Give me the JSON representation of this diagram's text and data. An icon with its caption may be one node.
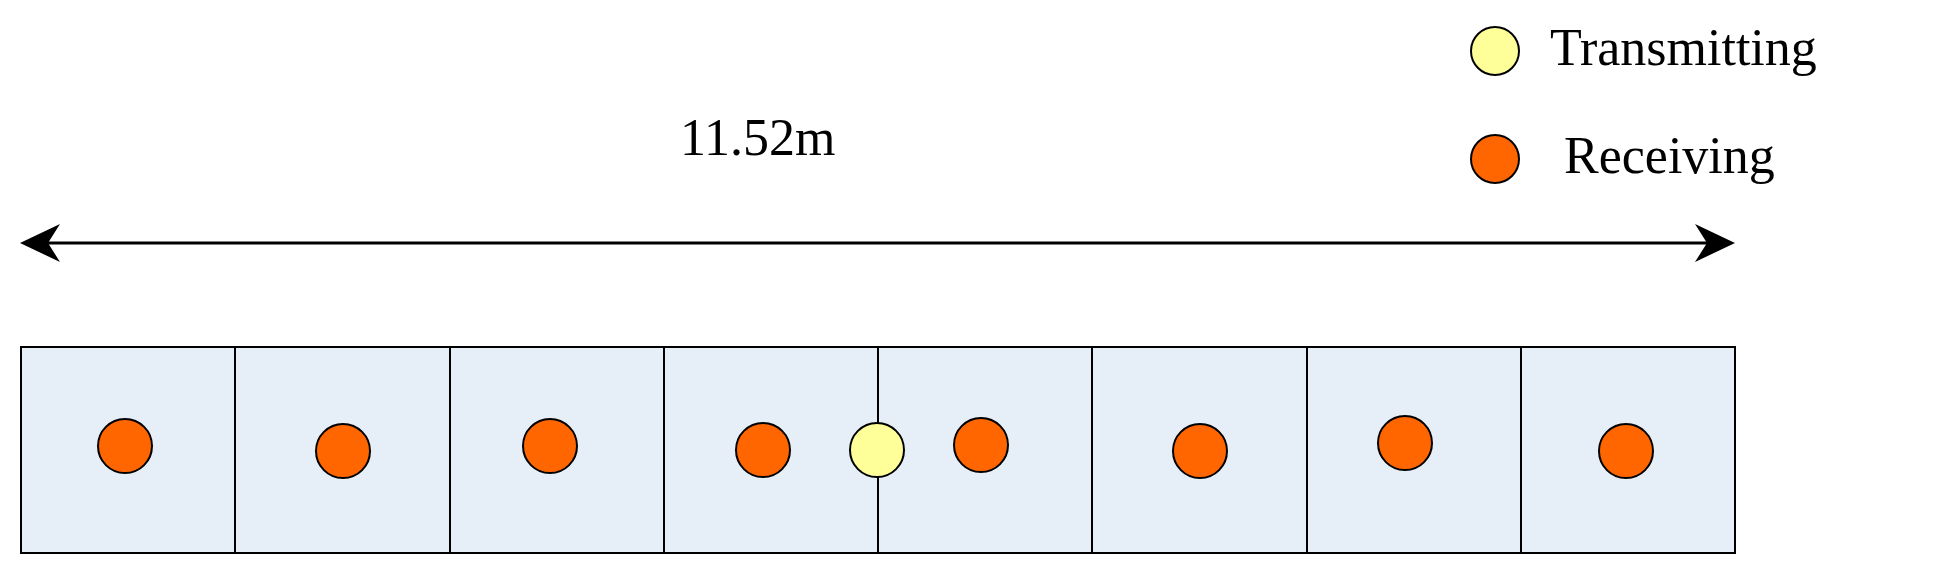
{
  "diagram": {
    "nodes": [
      {
        "text": [],
        "shape": "box"
      },
      {
        "text": [],
        "shape": "box"
      },
      {
        "text": [],
        "shape": "box"
      },
      {
        "text": [],
        "shape": "box"
      },
      {
        "text": [],
        "shape": "box"
      },
      {
        "text": [],
        "shape": "box"
      },
      {
        "text": [],
        "shape": "box"
      },
      {
        "text": [],
        "shape": "box"
      },
      {
        "text": [],
        "shape": "circle",
        "in": 0
      },
      {
        "text": [],
        "shape": "circle",
        "in": 1
      },
      {
        "text": [],
        "shape": "circle",
        "in": 2
      },
      {
        "text": [],
        "shape": "circle",
        "in": 3
      },
      {
        "text": [],
        "shape": "circle"
      },
      {
        "text": [],
        "shape": "circle",
        "in": 4
      },
      {
        "text": [],
        "shape": "circle",
        "in": 5
      },
      {
        "text": [],
        "shape": "circle",
        "in": 6
      },
      {
        "text": [],
        "shape": "circle",
        "in": 7
      }
    ],
    "edges": [],
    "labels": [
      "11.52m"
    ],
    "legend": [
      {
        "text": "Transmitting",
        "color": "#ffff99"
      },
      {
        "text": "Receiving",
        "color": "#ff6600"
      }
    ]
  }
}
